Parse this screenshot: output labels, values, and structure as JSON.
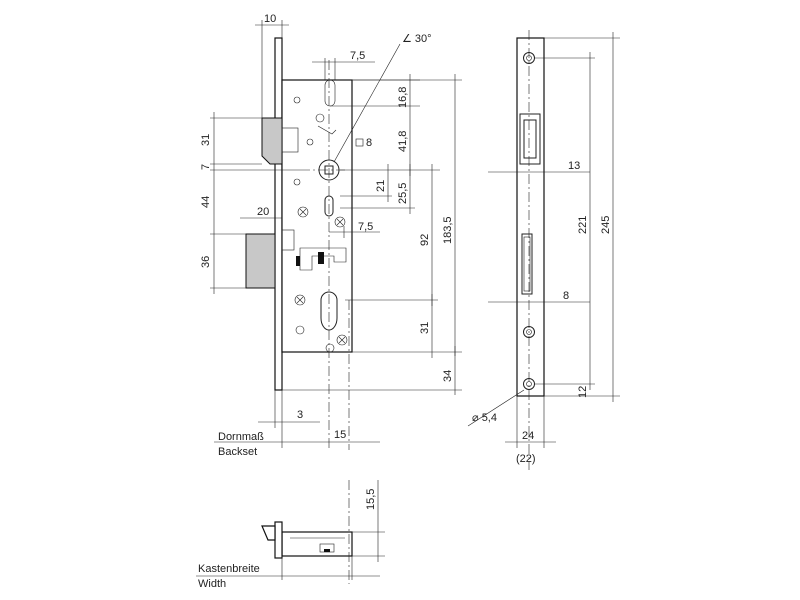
{
  "lock_dims": {
    "d10": "10",
    "d7_5_top": "7,5",
    "angle": "30°",
    "d16_8": "16,8",
    "d41_8": "41,8",
    "sq8": "8",
    "d31_left": "31",
    "d7_left": "7",
    "d21": "21",
    "d25_5": "25,5",
    "d44": "44",
    "d20": "20",
    "d7_5_mid": "7,5",
    "d92": "92",
    "d183_5": "183,5",
    "d36": "36",
    "d31_right": "31",
    "d34": "34",
    "d3": "3",
    "d15": "15"
  },
  "labels": {
    "backset_de": "Dornmaß",
    "backset_en": "Backset",
    "width_de": "Kastenbreite",
    "width_en": "Width"
  },
  "plate_dims": {
    "d13": "13",
    "d221": "221",
    "d245": "245",
    "d8": "8",
    "d12": "12",
    "hole": "5,4",
    "d24": "24",
    "d22": "(22)"
  },
  "side_dims": {
    "d15_5": "15,5"
  }
}
